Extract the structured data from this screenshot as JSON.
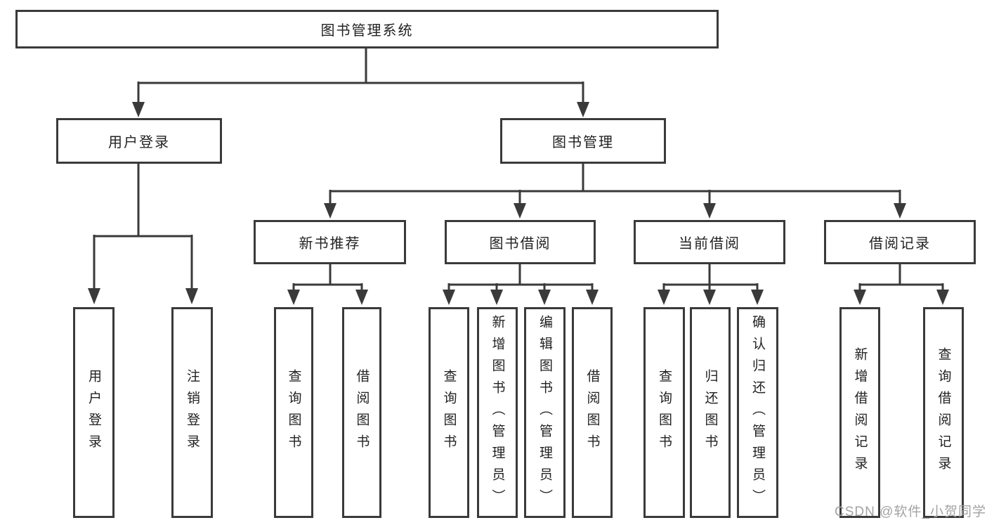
{
  "diagram": {
    "type": "tree",
    "root": {
      "label": "图书管理系统"
    },
    "user_login": {
      "label": "用户登录",
      "children": {
        "login": "用户登录",
        "logout": "注销登录"
      }
    },
    "book_mgmt": {
      "label": "图书管理",
      "new_book": {
        "label": "新书推荐",
        "children": {
          "query": "查询图书",
          "borrow": "借阅图书"
        }
      },
      "borrow": {
        "label": "图书借阅",
        "children": {
          "query": "查询图书",
          "add": "新增图书（管理员）",
          "edit": "编辑图书（管理员）",
          "borrow": "借阅图书"
        }
      },
      "current": {
        "label": "当前借阅",
        "children": {
          "query": "查询图书",
          "return": "归还图书",
          "confirm": "确认归还（管理员）"
        }
      },
      "record": {
        "label": "借阅记录",
        "children": {
          "add": "新增借阅记录",
          "query": "查询借阅记录"
        }
      }
    }
  },
  "watermark": {
    "text": "CSDN @软件_小贺同学",
    "color": "#a3a3a3"
  },
  "colors": {
    "line": "#3a3a3a",
    "box_border": "#3a3a3a",
    "box_fill": "#ffffff",
    "text": "#222222",
    "background": "#ffffff"
  }
}
